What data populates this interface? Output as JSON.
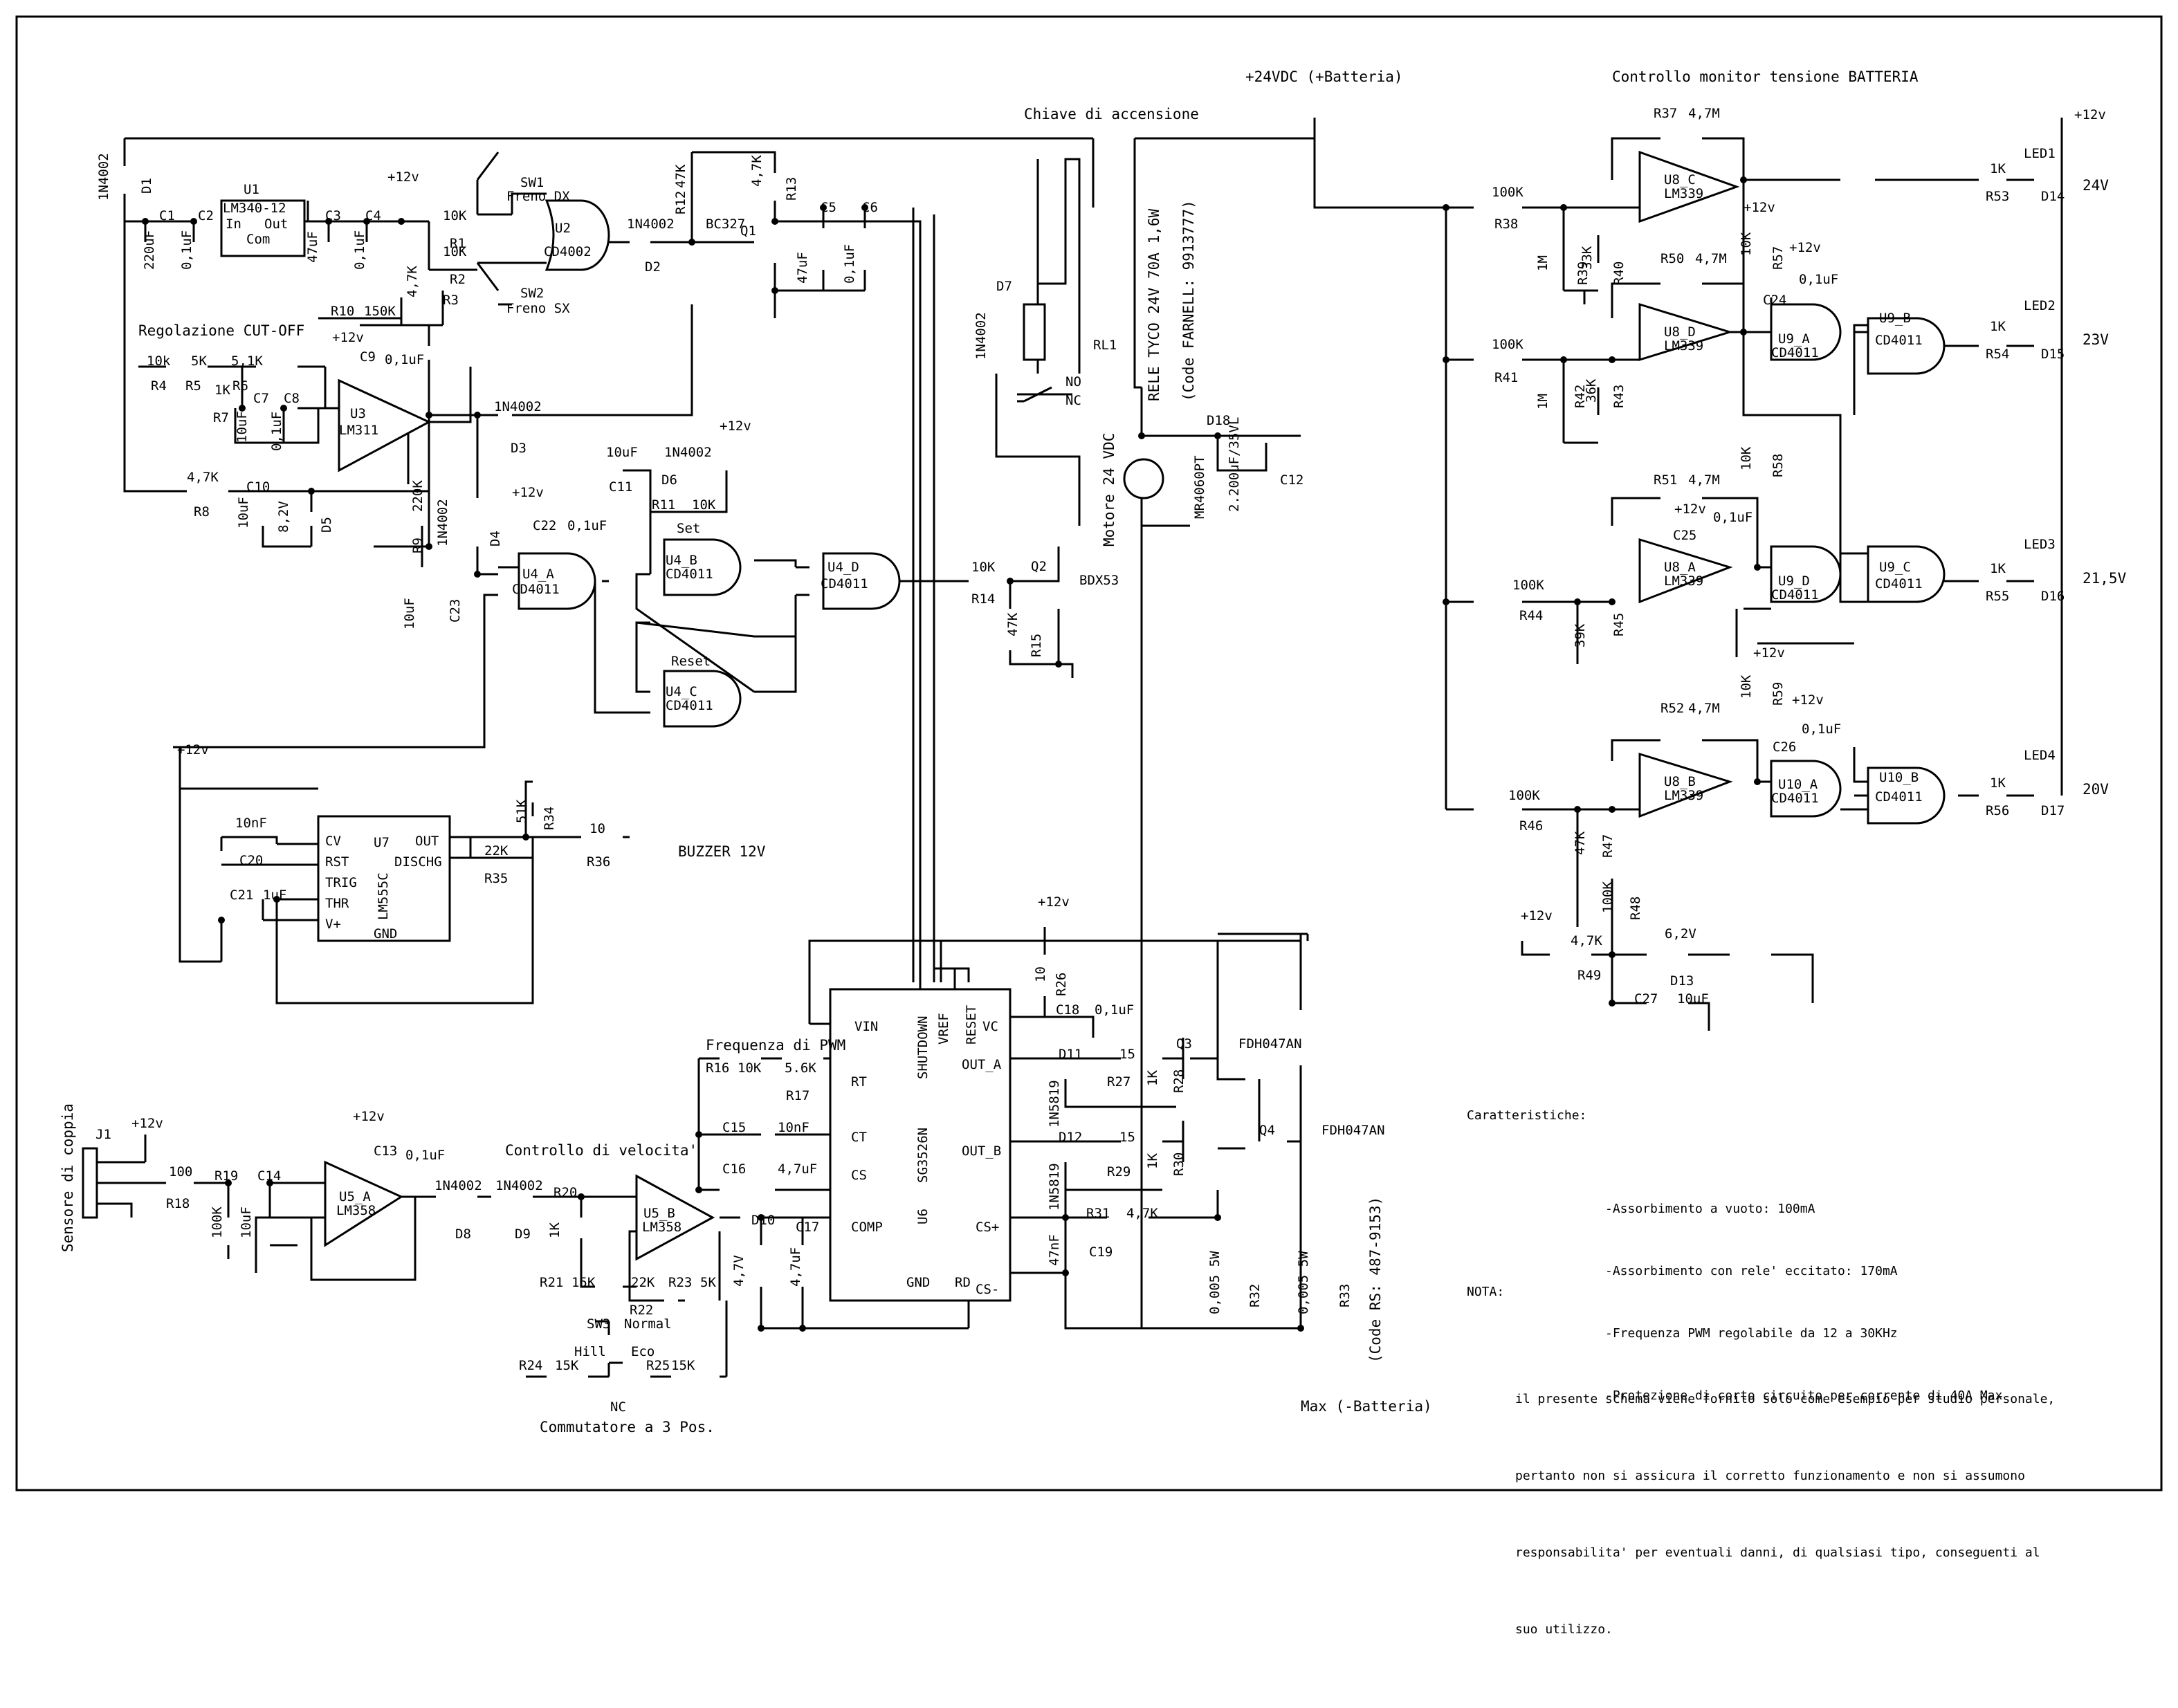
{
  "headings": {
    "supply": "+24VDC (+Batteria)",
    "battery_monitor": "Controllo monitor tensione BATTERIA",
    "key": "Chiave di accensione",
    "cutoff": "Regolazione CUT-OFF",
    "pwm_freq": "Frequenza di PWM",
    "speed": "Controllo di velocita'",
    "selector": "Commutatore a 3 Pos.",
    "torque": "Sensore di coppia",
    "ground": "Max (-Batteria)",
    "relay": "RELE TYCO 24V 70A 1,6W",
    "relay_code": "(Code FARNELL: 9913777)",
    "motor": "Motore 24 VDC",
    "shunt_code": "(Code RS: 487-9153)",
    "buzzer": "BUZZER 12V"
  },
  "levels": {
    "l24": "24V",
    "l23": "23V",
    "l215": "21,5V",
    "l20": "20V"
  },
  "leds": {
    "led1": "LED1",
    "led2": "LED2",
    "led3": "LED3",
    "led4": "LED4"
  },
  "ic": {
    "u1": "U1",
    "u1p": "LM340-12",
    "u1in": "In",
    "u1out": "Out",
    "u1com": "Com",
    "u2": "U2",
    "u2p": "CD4002",
    "u3": "U3",
    "u3p": "LM311",
    "u4a": "U4_A",
    "u4b": "U4_B",
    "u4c": "U4_C",
    "u4d": "U4_D",
    "cd4011": "CD4011",
    "u5a": "U5_A",
    "u5b": "U5_B",
    "lm358": "LM358",
    "u6": "U6",
    "u6p": "SG3526N",
    "u7": "U7",
    "u7p": "LM555C",
    "u8a": "U8_A",
    "u8b": "U8_B",
    "u8c": "U8_C",
    "u8d": "U8_D",
    "lm339": "LM339",
    "u9a": "U9_A",
    "u9b": "U9_B",
    "u9c": "U9_C",
    "u9d": "U9_D",
    "u10a": "U10_A",
    "u10b": "U10_B",
    "q1": "Q1",
    "q1p": "BC327",
    "q2": "Q2",
    "q2p": "BDX53",
    "q3": "Q3",
    "q4": "Q4",
    "fdh": "FDH047AN",
    "rl1": "RL1",
    "no": "NO",
    "nc": "NC"
  },
  "pins555": {
    "cv": "CV",
    "rst": "RST",
    "trig": "TRIG",
    "thr": "THR",
    "vp": "V+",
    "out": "OUT",
    "disch": "DISCHG",
    "gnd": "GND"
  },
  "pins3526": {
    "vin": "VIN",
    "shdn": "SHUTDOWN",
    "vref": "VREF",
    "reset": "RESET",
    "vc": "VC",
    "outa": "OUT_A",
    "outb": "OUT_B",
    "csp": "CS+",
    "csm": "CS-",
    "rt": "RT",
    "ct": "CT",
    "cs": "CS",
    "comp": "COMP",
    "gnd": "GND",
    "rd": "RD"
  },
  "ff": {
    "set": "Set",
    "reset": "Reset"
  },
  "switches": {
    "sw1": "SW1",
    "sw1n": "Freno DX",
    "sw2": "SW2",
    "sw2n": "Freno SX",
    "sw3": "SW3",
    "normal": "Normal",
    "hill": "Hill",
    "eco": "Eco",
    "nc": "NC",
    "j1": "J1"
  },
  "parts": {
    "r1": "R1",
    "r1v": "10K",
    "r2": "R2",
    "r2v": "10K",
    "r3": "R3",
    "r3v": "4,7K",
    "r4": "R4",
    "r4v": "10k",
    "r5": "R5",
    "r5v": "5K",
    "r6": "R6",
    "r6v": "5,1K",
    "r7": "R7",
    "r7v": "1K",
    "r8": "R8",
    "r8v": "4,7K",
    "r9": "R9",
    "r9v": "220K",
    "r10": "R10",
    "r10v": "150K",
    "r11": "R11",
    "r11v": "10K",
    "r12": "R12",
    "r12v": "47K",
    "r13": "R13",
    "r13v": "4,7K",
    "r14": "R14",
    "r14v": "10K",
    "r15": "R15",
    "r15v": "47K",
    "r16": "R16",
    "r16v": "10K",
    "r17": "R17",
    "r17v": "5.6K",
    "r18": "R18",
    "r18v": "100",
    "r19": "R19",
    "r19v": "100K",
    "r20": "R20",
    "r20v": "1K",
    "r21": "R21",
    "r21v": "15K",
    "r22": "R22",
    "r22v": "22K",
    "r23": "R23",
    "r23v": "5K",
    "r24": "R24",
    "r24v": "15K",
    "r25": "R25",
    "r25v": "15K",
    "r26": "R26",
    "r26v": "10",
    "r27": "R27",
    "r27v": "15",
    "r28": "R28",
    "r28v": "1K",
    "r29": "R29",
    "r29v": "15",
    "r30": "R30",
    "r30v": "1K",
    "r31": "R31",
    "r31v": "4,7K",
    "r32": "R32",
    "r32v": "0,005 5W",
    "r33": "R33",
    "r33v": "0,005 5W",
    "r34": "R34",
    "r34v": "51K",
    "r35": "R35",
    "r35v": "22K",
    "r36": "R36",
    "r36v": "10",
    "r37": "R37",
    "r37v": "4,7M",
    "r38": "R38",
    "r38v": "100K",
    "r39": "R39",
    "r39v": "1M",
    "r40": "R40",
    "r40v": "33K",
    "r41": "R41",
    "r41v": "100K",
    "r42": "R42",
    "r42v": "1M",
    "r43": "R43",
    "r43v": "36K",
    "r44": "R44",
    "r44v": "100K",
    "r45": "R45",
    "r45v": "39K",
    "r46": "R46",
    "r46v": "100K",
    "r47": "R47",
    "r47v": "47K",
    "r48": "R48",
    "r48v": "100K",
    "r49": "R49",
    "r49v": "4,7K",
    "r50": "R50",
    "r50v": "4,7M",
    "r51": "R51",
    "r51v": "4,7M",
    "r52": "R52",
    "r52v": "4,7M",
    "r53": "R53",
    "r53v": "1K",
    "r54": "R54",
    "r54v": "1K",
    "r55": "R55",
    "r55v": "1K",
    "r56": "R56",
    "r56v": "1K",
    "r57": "R57",
    "r57v": "10K",
    "r58": "R58",
    "r58v": "10K",
    "r59": "R59",
    "r59v": "10K",
    "c1": "C1",
    "c1v": "220uF",
    "c2": "C2",
    "c2v": "0,1uF",
    "c3": "C3",
    "c3v": "47uF",
    "c4": "C4",
    "c4v": "0,1uF",
    "c5": "C5",
    "c5v": "47uF",
    "c6": "C6",
    "c6v": "0,1uF",
    "c7": "C7",
    "c7v": "10uF",
    "c8": "C8",
    "c8v": "0,1uF",
    "c9": "C9",
    "c9v": "0,1uF",
    "c10": "C10",
    "c10v": "10uF",
    "c11": "C11",
    "c11v": "10uF",
    "c12": "C12",
    "c12v": "2.200uF/35VL",
    "c13": "C13",
    "c13v": "0,1uF",
    "c14": "C14",
    "c14v": "10uF",
    "c15": "C15",
    "c15v": "10nF",
    "c16": "C16",
    "c16v": "4,7uF",
    "c17": "C17",
    "c17v": "4,7uF",
    "c18": "C18",
    "c18v": "0,1uF",
    "c19": "C19",
    "c19v": "47nF",
    "c20": "C20",
    "c20v": "10nF",
    "c21": "C21",
    "c21v": "1uF",
    "c22": "C22",
    "c22v": "0,1uF",
    "c23": "C23",
    "c23v": "10uF",
    "c24": "C24",
    "c24v": "0,1uF",
    "c25": "C25",
    "c25v": "0,1uF",
    "c26": "C26",
    "c26v": "0,1uF",
    "c27": "C27",
    "c27v": "10uF",
    "d1": "D1",
    "d2": "D2",
    "d3": "D3",
    "d4": "D4",
    "d6": "D6",
    "d7": "D7",
    "d8": "D8",
    "d9": "D9",
    "d5": "D5",
    "d5v": "8,2V",
    "d10": "D10",
    "d10v": "4,7V",
    "d11": "D11",
    "d12": "D12",
    "d13": "D13",
    "d13v": "6,2V",
    "d14": "D14",
    "d15": "D15",
    "d16": "D16",
    "d17": "D17",
    "d18": "D18",
    "d18v": "MR4060PT",
    "n4002": "1N4002",
    "n5819": "1N5819"
  },
  "v12": "+12v",
  "notes": {
    "title": "Caratteristiche:",
    "items": [
      "-Assorbimento a vuoto: 100mA",
      "-Assorbimento con rele' eccitato: 170mA",
      "-Frequenza PWM regolabile da 12 a 30KHz",
      "-Protezione di corto circuito per corrente di 40A Max"
    ],
    "nota": "NOTA:",
    "nota_lines": [
      "il presente schema viene fornito solo come esempio per studio personale,",
      "pertanto non si assicura il corretto funzionamento e non si assumono",
      "responsabilita' per eventuali danni, di qualsiasi tipo, conseguenti al",
      "suo utilizzo."
    ]
  }
}
